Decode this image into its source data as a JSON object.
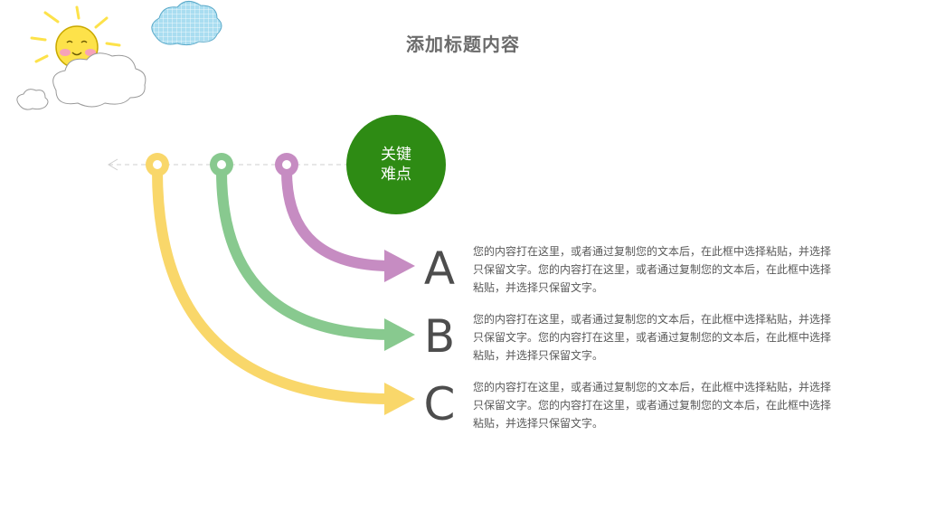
{
  "title": "添加标题内容",
  "hub": {
    "line1": "关键",
    "line2": "难点"
  },
  "colors": {
    "yellow": "#f9d76a",
    "green": "#88c98f",
    "purple": "#c68cc2",
    "hub": "#2e8b14",
    "sun": "#fde24a",
    "cloud_blue": "#a9ddf0"
  },
  "items": [
    {
      "letter": "A",
      "text": "您的内容打在这里，或者通过复制您的文本后，在此框中选择粘贴，并选择只保留文字。您的内容打在这里，或者通过复制您的文本后，在此框中选择粘贴，并选择只保留文字。"
    },
    {
      "letter": "B",
      "text": "您的内容打在这里，或者通过复制您的文本后，在此框中选择粘贴，并选择只保留文字。您的内容打在这里，或者通过复制您的文本后，在此框中选择粘贴，并选择只保留文字。"
    },
    {
      "letter": "C",
      "text": "您的内容打在这里，或者通过复制您的文本后，在此框中选择粘贴，并选择只保留文字。您的内容打在这里，或者通过复制您的文本后，在此框中选择粘贴，并选择只保留文字。"
    }
  ]
}
